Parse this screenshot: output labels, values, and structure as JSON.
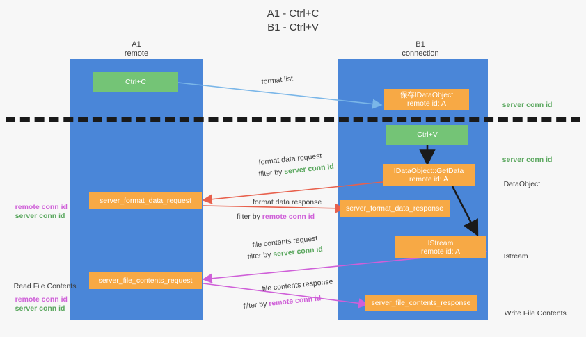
{
  "title": {
    "line1": "A1 - Ctrl+C",
    "line2": "B1 - Ctrl+V"
  },
  "colors": {
    "lane": "#4a86d8",
    "green_box": "#74c476",
    "orange_box": "#f7a945",
    "server_conn_id": "#5aa75e",
    "remote_conn_id": "#cf5fd8",
    "arrow_blue": "#7ab6e8",
    "arrow_red": "#e8604c",
    "arrow_magenta": "#cf5fd8",
    "arrow_black": "#1a1a1a",
    "background": "#f7f7f7"
  },
  "columns": [
    {
      "name": "A1",
      "sub": "remote"
    },
    {
      "name": "B1",
      "sub": "connection"
    }
  ],
  "boxes": {
    "ctrl_c": {
      "line1": "Ctrl+C"
    },
    "ctrl_v": {
      "line1": "Ctrl+V"
    },
    "idataobject_saved": {
      "line1": "保存IDataObject",
      "line2": "remote id: A"
    },
    "idataobject_getdata": {
      "line1": "IDataObject::GetData",
      "line2": "remote id: A"
    },
    "istream": {
      "line1": "IStream",
      "line2": "remote id: A"
    },
    "server_format_data_request": {
      "line1": "server_format_data_request"
    },
    "server_format_data_response": {
      "line1": "server_format_data_response"
    },
    "server_file_contents_request": {
      "line1": "server_file_contents_request"
    },
    "server_file_contents_response": {
      "line1": "server_file_contents_response"
    }
  },
  "edge_labels": {
    "format_list": "format list",
    "format_data_request": "format data request",
    "format_data_request_filter_prefix": "filter by ",
    "format_data_request_filter_value": "server conn id",
    "format_data_response": "format data response",
    "format_data_response_filter_prefix": "filter by ",
    "format_data_response_filter_value": "remote conn id",
    "file_contents_request": "file contents request",
    "file_contents_request_filter_prefix": "filter by ",
    "file_contents_request_filter_value": "server conn id",
    "file_contents_response": "file contents response",
    "file_contents_response_filter_prefix": "filter by ",
    "file_contents_response_filter_value": "remote conn id"
  },
  "right_labels": {
    "server_conn_id_top": "server conn id",
    "server_conn_id_mid": "server conn id",
    "dataobject": "DataObject",
    "istream": "Istream",
    "write_file_contents": "Write File Contents"
  },
  "left_labels": {
    "remote_conn_id_1": "remote conn id",
    "server_conn_id_1": "server conn id",
    "read_file_contents": "Read File Contents",
    "remote_conn_id_2": "remote conn id",
    "server_conn_id_2": "server conn id"
  }
}
